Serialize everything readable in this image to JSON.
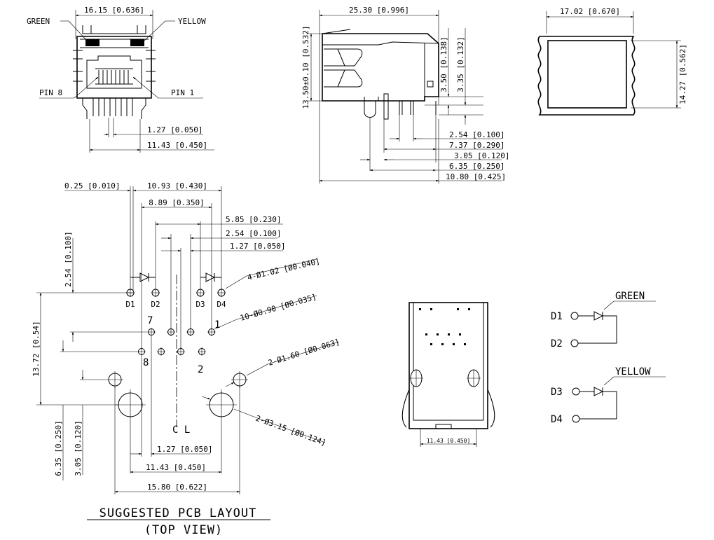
{
  "front_view": {
    "width_dim": "16.15 [0.636]",
    "led_green": "GREEN",
    "led_yellow": "YELLOW",
    "pin8": "PIN 8",
    "pin1": "PIN 1",
    "pitch_dim": "1.27 [0.050]",
    "pin_span_dim": "11.43 [0.450]"
  },
  "side_view": {
    "length_dim": "25.30 [0.996]",
    "height_dim": "13.50±0.10 [0.532]",
    "dim_350": "3.50 [0.138]",
    "dim_335": "3.35 [0.132]",
    "dim_254": "2.54 [0.100]",
    "dim_737": "7.37 [0.290]",
    "dim_305": "3.05 [0.120]",
    "dim_635": "6.35 [0.250]",
    "dim_1080": "10.80 [0.425]"
  },
  "rear_view": {
    "width_dim": "17.02 [0.670]",
    "height_dim": "14.27 [0.562]"
  },
  "pcb_layout": {
    "dim_025": "0.25 [0.010]",
    "dim_1093": "10.93 [0.430]",
    "dim_889": "8.89 [0.350]",
    "dim_585": "5.85 [0.230]",
    "dim_254": "2.54 [0.100]",
    "dim_127_top": "1.27 [0.050]",
    "dim_254_vert": "2.54 [0.100]",
    "dim_1372": "13.72 [0.54]",
    "dim_635": "6.35 [0.250]",
    "dim_305": "3.05 [0.120]",
    "hole_led": "4-Ø1.02 [Ø0.040]",
    "hole_pin": "10-Ø0.90 [Ø0.035]",
    "hole_peg": "2-Ø1.60 [Ø0.063]",
    "hole_mount": "2-Ø3.15 [Ø0.124]",
    "dim_127_bottom": "1.27 [0.050]",
    "dim_1143": "11.43 [0.450]",
    "dim_1580": "15.80 [0.622]",
    "led_labels": [
      "D1",
      "D2",
      "D3",
      "D4"
    ],
    "pin_labels": [
      "7",
      "1",
      "8",
      "2"
    ],
    "centerline": "C L",
    "title": "SUGGESTED PCB LAYOUT",
    "subtitle": "(TOP VIEW)"
  },
  "bottom_view": {
    "span_dim": "11.43 [0.450]"
  },
  "led_schematic": {
    "green_label": "GREEN",
    "yellow_label": "YELLOW",
    "pins": [
      "D1",
      "D2",
      "D3",
      "D4"
    ]
  }
}
